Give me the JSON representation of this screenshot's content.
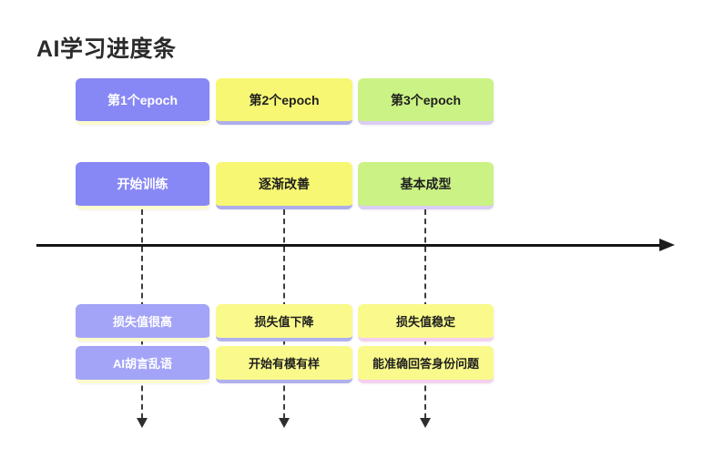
{
  "title": "AI学习进度条",
  "columns": [
    {
      "epoch": "第1个epoch",
      "stage": "开始训练",
      "loss": "损失值很高",
      "behavior": "AI胡言乱语"
    },
    {
      "epoch": "第2个epoch",
      "stage": "逐渐改善",
      "loss": "损失值下降",
      "behavior": "开始有模有样"
    },
    {
      "epoch": "第3个epoch",
      "stage": "基本成型",
      "loss": "损失值稳定",
      "behavior": "能准确回答身份问题"
    }
  ],
  "colors": {
    "epoch1_box": "#8787f5",
    "epoch1_lower_box": "#a3a3f7",
    "epoch2_box": "#f7f774",
    "epoch2_lower_box": "#fafa8c",
    "epoch3_box": "#cbf285",
    "epoch3_lower_box": "#fafa8c",
    "edge_pale_yellow": "#fbfbcf",
    "edge_periwinkle": "#aeaeec",
    "edge_lavender": "#d9cdf2",
    "edge_pink": "#f5d0ee",
    "timeline_arrow": "#151515",
    "title_text": "#2b2b2b"
  }
}
